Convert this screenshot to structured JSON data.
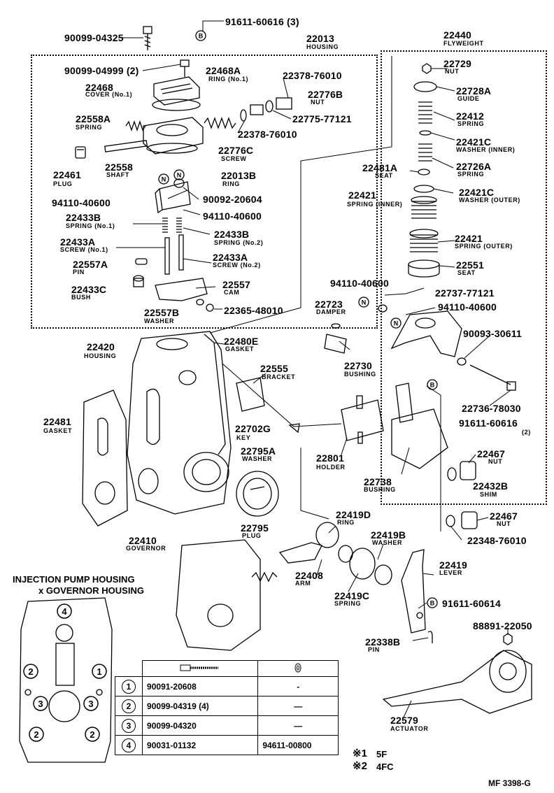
{
  "housing_box": {
    "part": "22013",
    "name": "HOUSING"
  },
  "flyweight_box": {
    "part": "22440",
    "name": "FLYWEIGHT"
  },
  "labels": [
    {
      "id": "p90099-04325",
      "text": "90099-04325"
    },
    {
      "id": "p91611-60616-3",
      "text": "91611-60616 (3)"
    },
    {
      "id": "p90099-04999",
      "text": "90099-04999 (2)"
    },
    {
      "id": "p22468A",
      "text": "22468A"
    },
    {
      "id": "n22468A",
      "text": "RING (No.1)"
    },
    {
      "id": "p22378-76010a",
      "text": "22378-76010"
    },
    {
      "id": "p22468",
      "text": "22468"
    },
    {
      "id": "n22468",
      "text": "COVER (No.1)"
    },
    {
      "id": "p22776B",
      "text": "22776B"
    },
    {
      "id": "n22776B",
      "text": "NUT"
    },
    {
      "id": "p22775-77121",
      "text": "22775-77121"
    },
    {
      "id": "p22558A",
      "text": "22558A"
    },
    {
      "id": "n22558A",
      "text": "SPRING"
    },
    {
      "id": "p22378-76010b",
      "text": "22378-76010"
    },
    {
      "id": "p22776C",
      "text": "22776C"
    },
    {
      "id": "n22776C",
      "text": "SCREW"
    },
    {
      "id": "p22461",
      "text": "22461"
    },
    {
      "id": "n22461",
      "text": "PLUG"
    },
    {
      "id": "p22558",
      "text": "22558"
    },
    {
      "id": "n22558",
      "text": "SHAFT"
    },
    {
      "id": "p22013B",
      "text": "22013B"
    },
    {
      "id": "n22013B",
      "text": "RING"
    },
    {
      "id": "p90092-20604",
      "text": "90092-20604"
    },
    {
      "id": "p94110-40600a",
      "text": "94110-40600"
    },
    {
      "id": "p94110-40600b",
      "text": "94110-40600"
    },
    {
      "id": "p22433B",
      "text": "22433B"
    },
    {
      "id": "n22433B",
      "text": "SPRING (No.1)"
    },
    {
      "id": "p22433B2",
      "text": "22433B"
    },
    {
      "id": "n22433B2",
      "text": "SPRING (No.2)"
    },
    {
      "id": "p22433A",
      "text": "22433A"
    },
    {
      "id": "n22433A",
      "text": "SCREW (No.1)"
    },
    {
      "id": "p22433A2",
      "text": "22433A"
    },
    {
      "id": "n22433A2",
      "text": "SCREW (No.2)"
    },
    {
      "id": "p22557A",
      "text": "22557A"
    },
    {
      "id": "n22557A",
      "text": "PIN"
    },
    {
      "id": "p22433C",
      "text": "22433C"
    },
    {
      "id": "n22433C",
      "text": "BUSH"
    },
    {
      "id": "p22557",
      "text": "22557"
    },
    {
      "id": "n22557",
      "text": "CAM"
    },
    {
      "id": "p22557B",
      "text": "22557B"
    },
    {
      "id": "n22557B",
      "text": "WASHER"
    },
    {
      "id": "p22365-48010",
      "text": "22365-48010"
    },
    {
      "id": "p22729",
      "text": "22729"
    },
    {
      "id": "n22729",
      "text": "NUT"
    },
    {
      "id": "p22728A",
      "text": "22728A"
    },
    {
      "id": "n22728A",
      "text": "GUIDE"
    },
    {
      "id": "p22412",
      "text": "22412"
    },
    {
      "id": "n22412",
      "text": "SPRING"
    },
    {
      "id": "p22421C",
      "text": "22421C"
    },
    {
      "id": "n22421C",
      "text": "WASHER (INNER)"
    },
    {
      "id": "p22481A",
      "text": "22481A"
    },
    {
      "id": "n22481A",
      "text": "SEAT"
    },
    {
      "id": "p22726A",
      "text": "22726A"
    },
    {
      "id": "n22726A",
      "text": "SPRING"
    },
    {
      "id": "p22421",
      "text": "22421"
    },
    {
      "id": "n22421",
      "text": "SPRING (INNER)"
    },
    {
      "id": "p22421C2",
      "text": "22421C"
    },
    {
      "id": "n22421C2",
      "text": "WASHER (OUTER)"
    },
    {
      "id": "p22421b",
      "text": "22421"
    },
    {
      "id": "n22421b",
      "text": "SPRING (OUTER)"
    },
    {
      "id": "p22551",
      "text": "22551"
    },
    {
      "id": "n22551",
      "text": "SEAT"
    },
    {
      "id": "p94110-40600c",
      "text": "94110-40600"
    },
    {
      "id": "p22737-77121",
      "text": "22737-77121"
    },
    {
      "id": "p22723",
      "text": "22723"
    },
    {
      "id": "n22723",
      "text": "DAMPER"
    },
    {
      "id": "p94110-40600d",
      "text": "94110-40600"
    },
    {
      "id": "p90093-30611",
      "text": "90093-30611"
    },
    {
      "id": "p22730",
      "text": "22730"
    },
    {
      "id": "n22730",
      "text": "BUSHING"
    },
    {
      "id": "p22420",
      "text": "22420"
    },
    {
      "id": "n22420",
      "text": "HOUSING"
    },
    {
      "id": "p22480E",
      "text": "22480E"
    },
    {
      "id": "n22480E",
      "text": "GASKET"
    },
    {
      "id": "p22555",
      "text": "22555"
    },
    {
      "id": "n22555",
      "text": "BRACKET"
    },
    {
      "id": "p22736-78030",
      "text": "22736-78030"
    },
    {
      "id": "p91611-60616-2",
      "text": "91611-60616"
    },
    {
      "id": "n91611-60616-2",
      "text": "(2)"
    },
    {
      "id": "p22481",
      "text": "22481"
    },
    {
      "id": "n22481",
      "text": "GASKET"
    },
    {
      "id": "p22702G",
      "text": "22702G"
    },
    {
      "id": "n22702G",
      "text": "KEY"
    },
    {
      "id": "p22801",
      "text": "22801"
    },
    {
      "id": "n22801",
      "text": "HOLDER"
    },
    {
      "id": "p22795A",
      "text": "22795A"
    },
    {
      "id": "n22795A",
      "text": "WASHER"
    },
    {
      "id": "p22467",
      "text": "22467"
    },
    {
      "id": "n22467",
      "text": "NUT"
    },
    {
      "id": "p22738",
      "text": "22738"
    },
    {
      "id": "n22738",
      "text": "BUSHING"
    },
    {
      "id": "p22432B",
      "text": "22432B"
    },
    {
      "id": "n22432B",
      "text": "SHIM"
    },
    {
      "id": "p22795",
      "text": "22795"
    },
    {
      "id": "n22795",
      "text": "PLUG"
    },
    {
      "id": "p22467b",
      "text": "22467"
    },
    {
      "id": "n22467b",
      "text": "NUT"
    },
    {
      "id": "p22410",
      "text": "22410"
    },
    {
      "id": "n22410",
      "text": "GOVERNOR"
    },
    {
      "id": "p22419D",
      "text": "22419D"
    },
    {
      "id": "n22419D",
      "text": "RING"
    },
    {
      "id": "p22348-76010",
      "text": "22348-76010"
    },
    {
      "id": "p22419B",
      "text": "22419B"
    },
    {
      "id": "n22419B",
      "text": "WASHER"
    },
    {
      "id": "p22408",
      "text": "22408"
    },
    {
      "id": "n22408",
      "text": "ARM"
    },
    {
      "id": "p22419",
      "text": "22419"
    },
    {
      "id": "n22419",
      "text": "LEVER"
    },
    {
      "id": "p22419C",
      "text": "22419C"
    },
    {
      "id": "n22419C",
      "text": "SPRING"
    },
    {
      "id": "p91611-60614",
      "text": "91611-60614"
    },
    {
      "id": "p88891-22050",
      "text": "88891-22050"
    },
    {
      "id": "p22338B",
      "text": "22338B"
    },
    {
      "id": "n22338B",
      "text": "PIN"
    },
    {
      "id": "p22579",
      "text": "22579"
    },
    {
      "id": "n22579",
      "text": "ACTUATOR"
    }
  ],
  "markers": {
    "star1": "※1",
    "star2": "※2",
    "circle_b": "B",
    "circle_n": "N"
  },
  "inset": {
    "title_line1": "INJECTION PUMP HOUSING",
    "title_line2": "x GOVERNOR HOUSING",
    "rows": [
      {
        "ref": "1",
        "part": "90091-20608",
        "washer": "-"
      },
      {
        "ref": "2",
        "part": "90099-04319 (4)",
        "washer": "—"
      },
      {
        "ref": "3",
        "part": "90099-04320",
        "washer": "—"
      },
      {
        "ref": "4",
        "part": "90031-01132",
        "washer": "94611-00800"
      }
    ]
  },
  "legend": [
    {
      "mark": "※1",
      "text": "5F"
    },
    {
      "mark": "※2",
      "text": "4FC"
    }
  ],
  "catalog_id": "MF 3398-G"
}
